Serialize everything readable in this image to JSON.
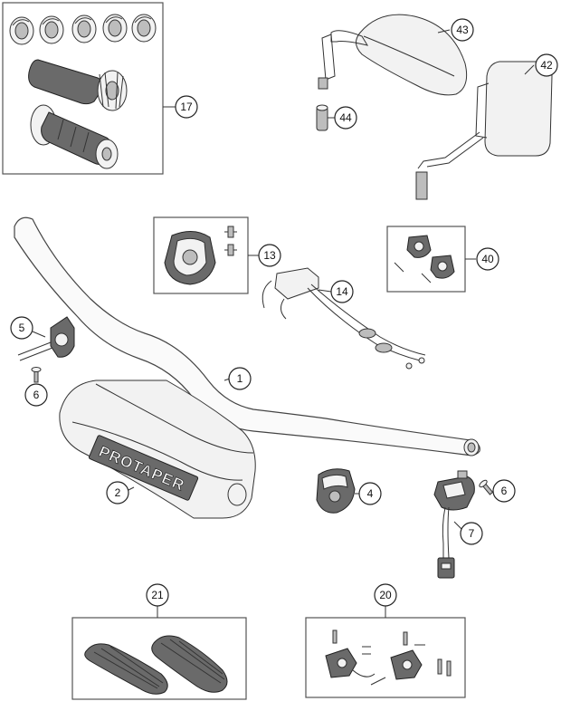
{
  "diagram": {
    "brand_label": "PROTAPER",
    "callouts": [
      {
        "id": "c17",
        "label": "17"
      },
      {
        "id": "c43",
        "label": "43"
      },
      {
        "id": "c42",
        "label": "42"
      },
      {
        "id": "c44",
        "label": "44"
      },
      {
        "id": "c13",
        "label": "13"
      },
      {
        "id": "c40",
        "label": "40"
      },
      {
        "id": "c14",
        "label": "14"
      },
      {
        "id": "c5",
        "label": "5"
      },
      {
        "id": "c6a",
        "label": "6"
      },
      {
        "id": "c1",
        "label": "1"
      },
      {
        "id": "c2",
        "label": "2"
      },
      {
        "id": "c4",
        "label": "4"
      },
      {
        "id": "c6b",
        "label": "6"
      },
      {
        "id": "c7",
        "label": "7"
      },
      {
        "id": "c21",
        "label": "21"
      },
      {
        "id": "c20",
        "label": "20"
      }
    ]
  }
}
